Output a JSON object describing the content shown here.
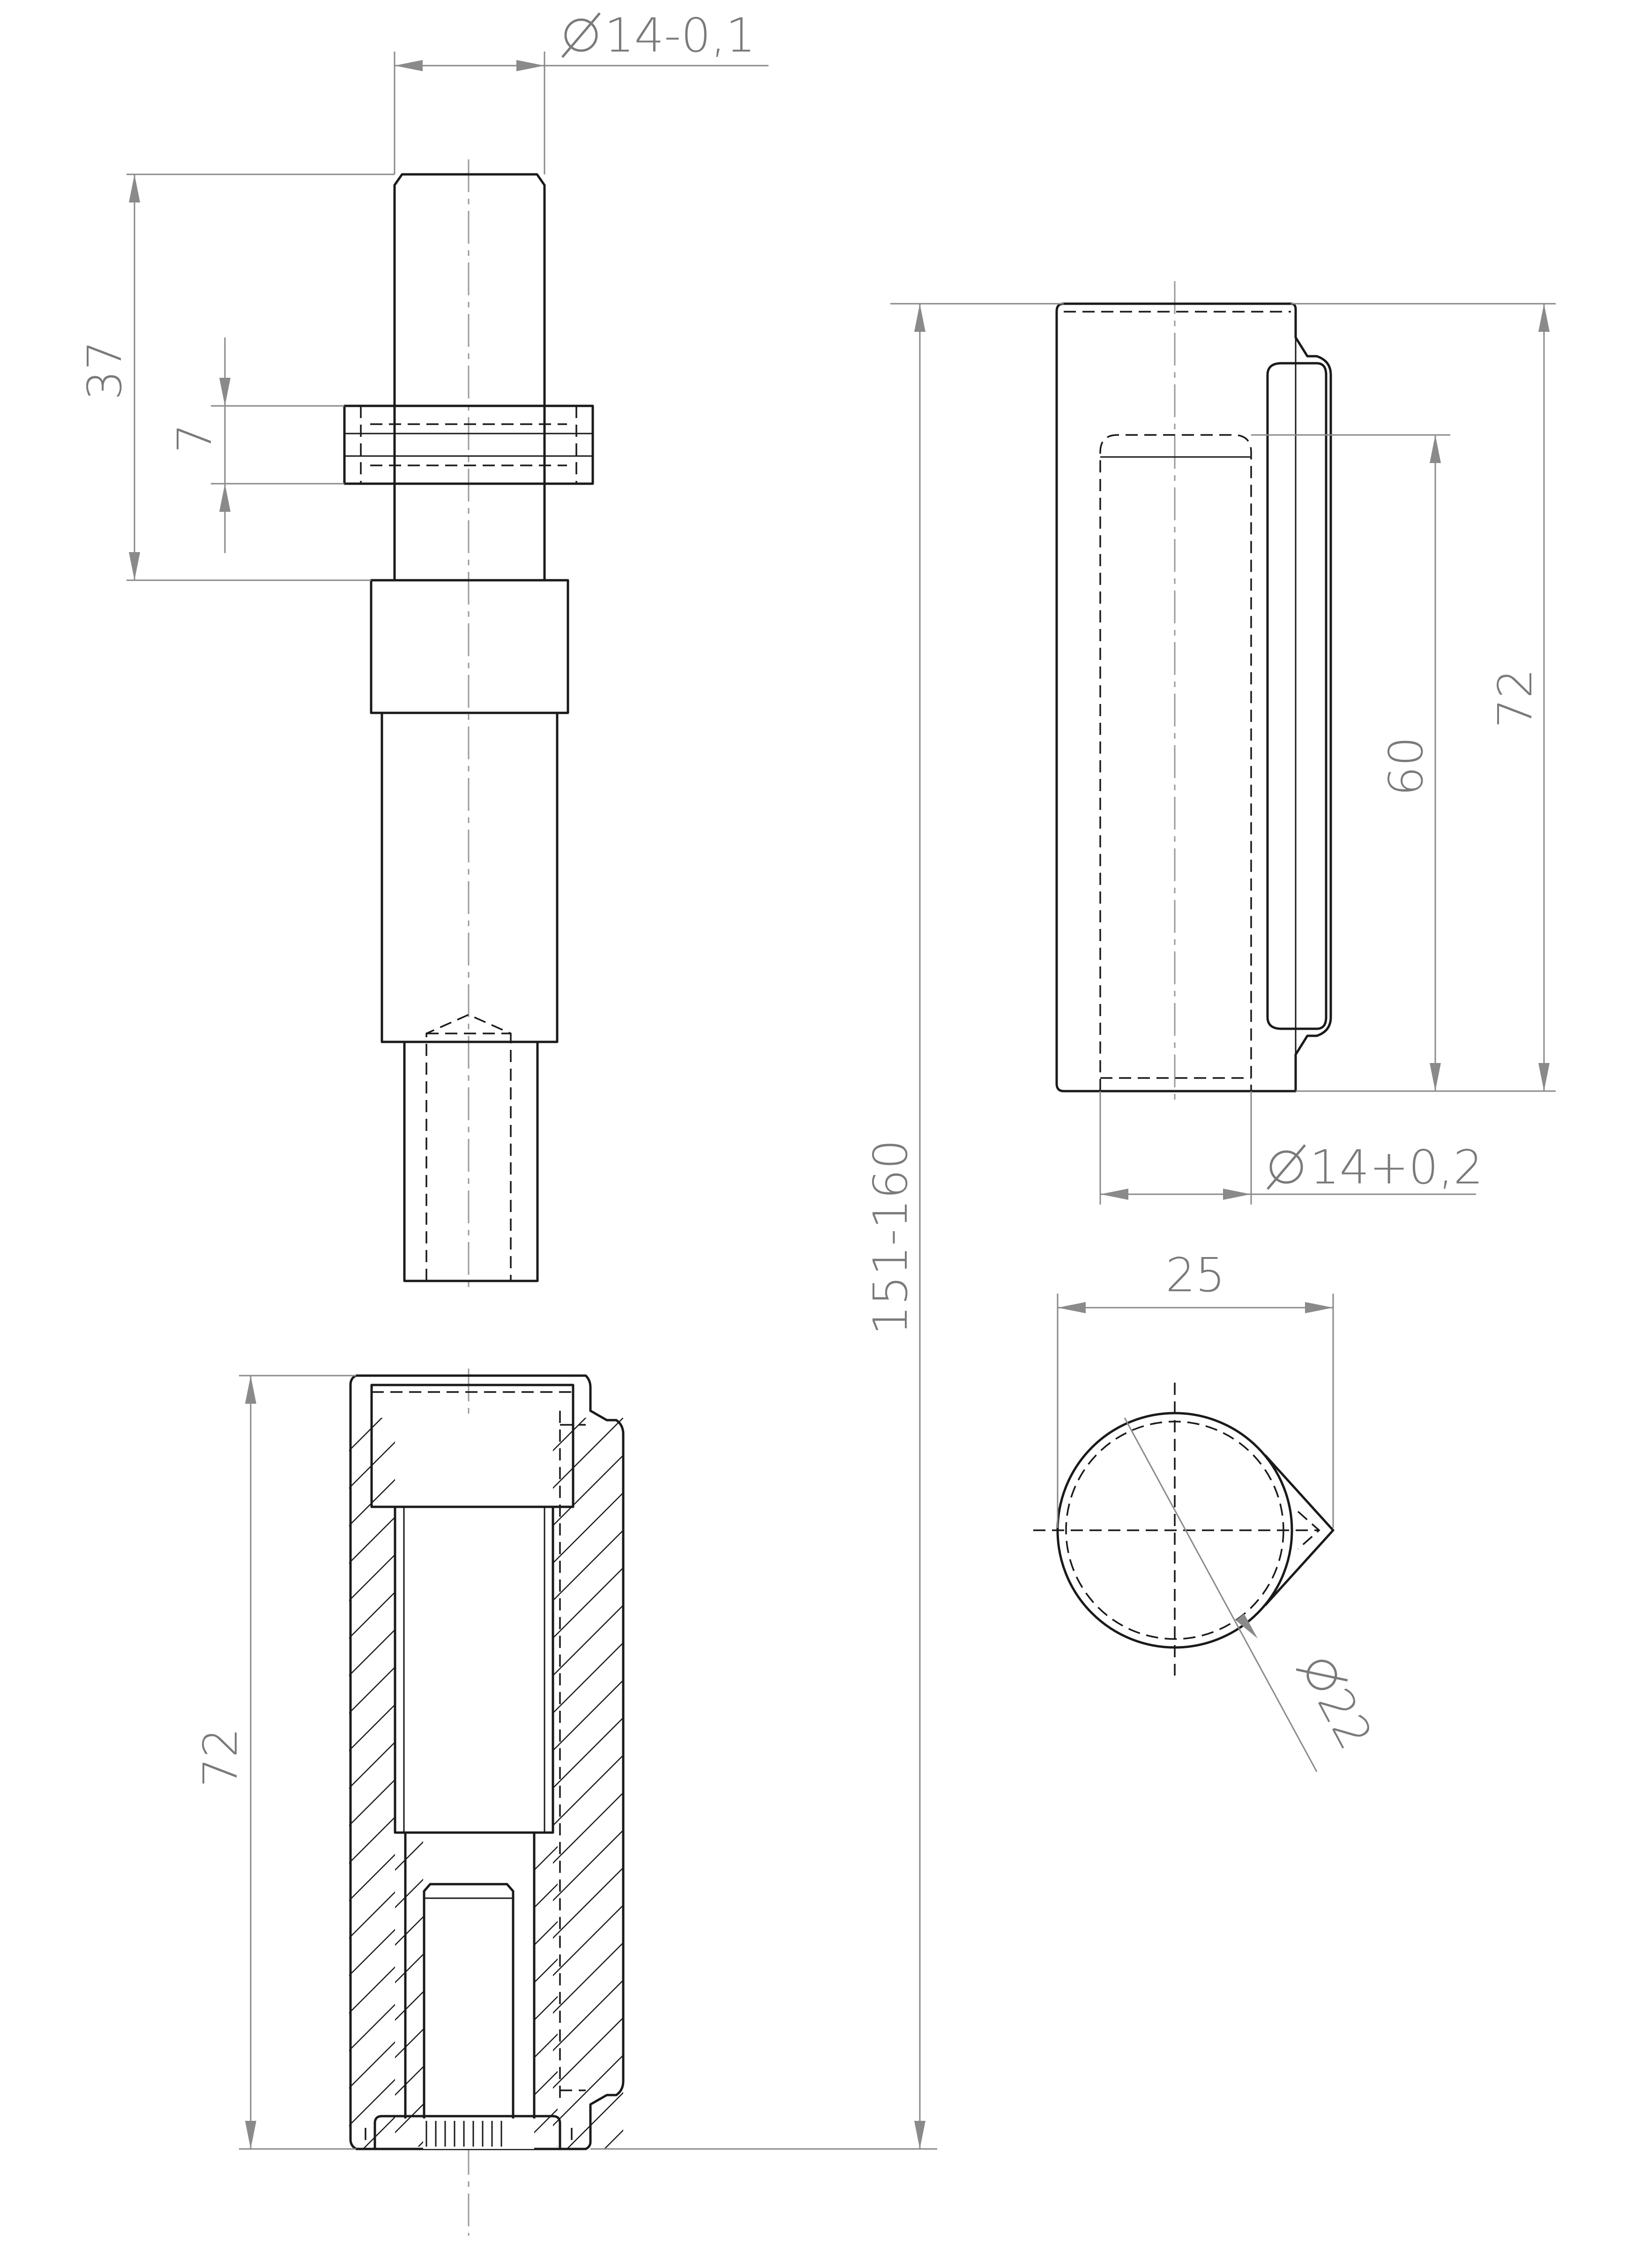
{
  "drawing": {
    "dimensions": {
      "pin_diameter": "14-0,1",
      "pin_length": "37",
      "washer_thickness": "7",
      "overall_length": "151-160",
      "upper_body_length": "72",
      "inner_bore_depth": "60",
      "bore_diameter": "14+0,2",
      "section_length": "72",
      "width": "25",
      "body_diameter": "22"
    },
    "colors": {
      "object_line": "#1a1a1a",
      "dimension_line": "#8a8a8a",
      "background": "#ffffff"
    }
  }
}
